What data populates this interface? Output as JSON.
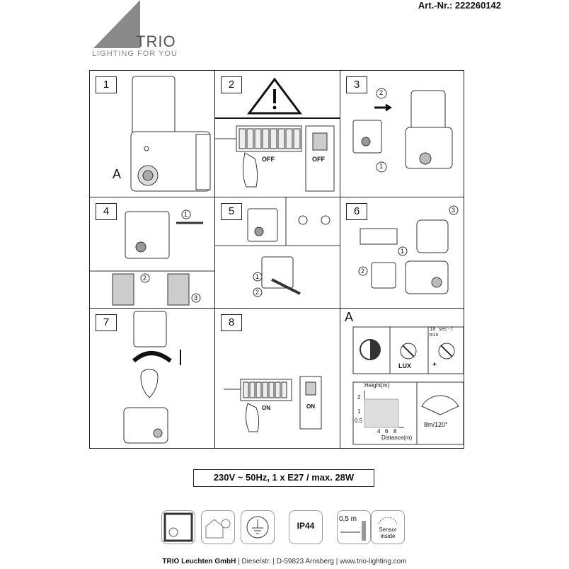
{
  "header": {
    "article_number": "Art.-Nr.: 222260142",
    "brand": "TRIO",
    "tagline": "LIGHTING FOR YOU"
  },
  "panels": {
    "p1": {
      "number": "1",
      "label": "A"
    },
    "p2": {
      "number": "2",
      "off_left": "OFF",
      "off_right": "OFF"
    },
    "p3": {
      "number": "3",
      "step1": "1",
      "step2": "2"
    },
    "p4": {
      "number": "4",
      "step1": "1",
      "step2": "2",
      "step3": "3"
    },
    "p5": {
      "number": "5",
      "step1": "1",
      "step2": "2"
    },
    "p6": {
      "number": "6",
      "step1": "1",
      "step2": "2",
      "step3": "3"
    },
    "p7": {
      "number": "7"
    },
    "p8": {
      "number": "8",
      "on_left": "ON",
      "on_right": "ON"
    },
    "pA": {
      "label": "A",
      "timer": "10 sec-7 min",
      "lux": "LUX",
      "plus": "+",
      "height_label": "Height(m)",
      "distance_label": "Distance(m)",
      "y_ticks": [
        "2",
        "1",
        "0.5"
      ],
      "x_ticks": [
        "4",
        "6",
        "8"
      ],
      "range": "8m/120°"
    }
  },
  "spec": "230V ~ 50Hz, 1 x E27 / max. 28W",
  "icons": {
    "ip": "IP44",
    "distance": "0,5 m",
    "sensor_line1": "Sensor",
    "sensor_line2": "inside"
  },
  "footer": {
    "company": "TRIO Leuchten GmbH",
    "street": "Dieselstr.",
    "city": "D-59823 Arnsberg",
    "web": "www.trio-lighting.com"
  }
}
